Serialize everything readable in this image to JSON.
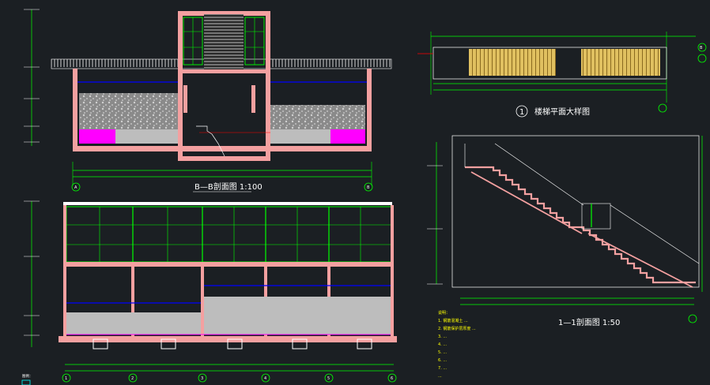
{
  "drawing": {
    "section_b_title": "B—B剖面图 1:100",
    "section_a_title": "A—A剖面图 1:100",
    "stair_section_title": "1—1剖面图 1:50",
    "stair_detail_title": "楼梯平面大样图",
    "stair_detail_number": "1",
    "axes_top": [
      "A",
      "B"
    ],
    "axes_bottom": [
      "1",
      "2",
      "3",
      "4",
      "5",
      "6"
    ],
    "axis_top_right": "B",
    "notes_title": "说明：",
    "notes": [
      "1. 钢筋混凝土 ...",
      "2. 钢筋保护层厚度 ...",
      "3. ...",
      "4. ...",
      "5. ...",
      "6. ...",
      "7. ...",
      "..."
    ],
    "legend_title": "图例："
  },
  "colors": {
    "background": "#1b1f23",
    "dimension": "#00ff00",
    "wall": "#f4a0a0",
    "glazing": "#00ff00",
    "water_line": "#0000ff",
    "pink_fill": "#ff00ff",
    "text": "#ffffff",
    "notes": "#ffff00",
    "stair_detail": "#ffff00"
  }
}
